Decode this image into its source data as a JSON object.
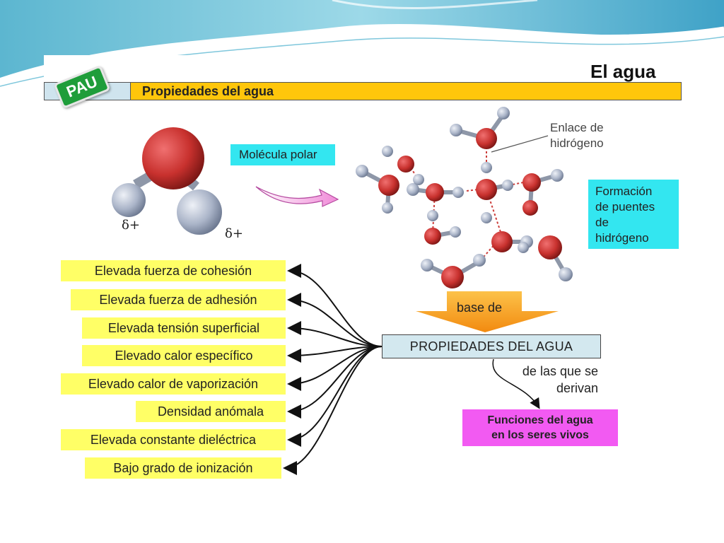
{
  "slide": {
    "title": "El agua",
    "badge": "PAU",
    "header": "Propiedades del agua"
  },
  "molecule": {
    "label": "Molécula polar",
    "delta_left": "δ+",
    "delta_right": "δ+"
  },
  "network": {
    "bond_label_line1": "Enlace de",
    "bond_label_line2": "hidrógeno",
    "formation_lines": [
      "Formación",
      "de puentes",
      "de",
      "hidrógeno"
    ]
  },
  "arrow_label": "base de",
  "center_node": "PROPIEDADES DEL AGUA",
  "derive_lines": [
    "de las que se",
    "derivan"
  ],
  "functions_lines": [
    "Funciones del agua",
    "en los seres vivos"
  ],
  "properties": [
    "Elevada fuerza de cohesión",
    "Elevada fuerza de adhesión",
    "Elevada tensión superficial",
    "Elevado calor específico",
    "Elevado calor de vaporización",
    "Densidad anómala",
    "Elevada constante dieléctrica",
    "Bajo grado de ionización"
  ],
  "colors": {
    "header_bar": "#ffc60b",
    "badge": "#1f9d3a",
    "cyan_label": "#33e6f0",
    "yellow_label": "#ffff66",
    "center_node": "#d3e8ef",
    "functions_box": "#f25af2",
    "oxygen": "#c8312e",
    "hydrogen": "#aab4c8",
    "arrow_orange": "#f7a21b",
    "arrow_pink": "#f6b6e6"
  }
}
